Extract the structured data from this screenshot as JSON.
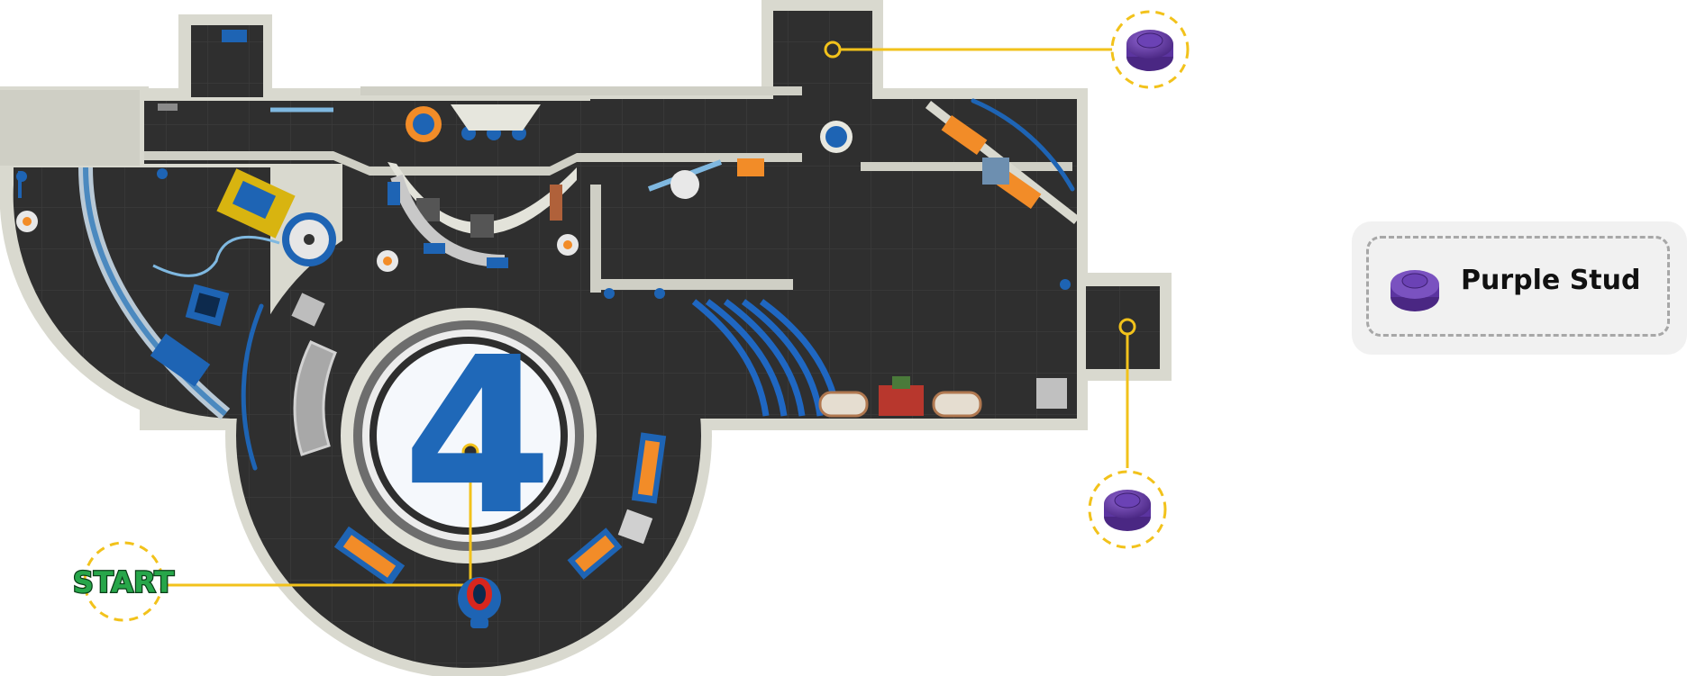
{
  "map": {
    "room_number": "4",
    "start_label": "START"
  },
  "legend": {
    "items": [
      {
        "label": "Purple Stud",
        "icon": "purple-stud-icon"
      }
    ]
  },
  "markers": [
    {
      "type": "start",
      "label": "START"
    },
    {
      "type": "purple-stud",
      "icon": "purple-stud-icon"
    },
    {
      "type": "purple-stud",
      "icon": "purple-stud-icon"
    }
  ],
  "colors": {
    "floor": "#2f2f2f",
    "wall": "#d9d9cf",
    "accent_blue": "#1e64b4",
    "callout_yellow": "#f2c21b",
    "stud_purple": "#6a3fa8",
    "start_green": "#27a64a"
  }
}
